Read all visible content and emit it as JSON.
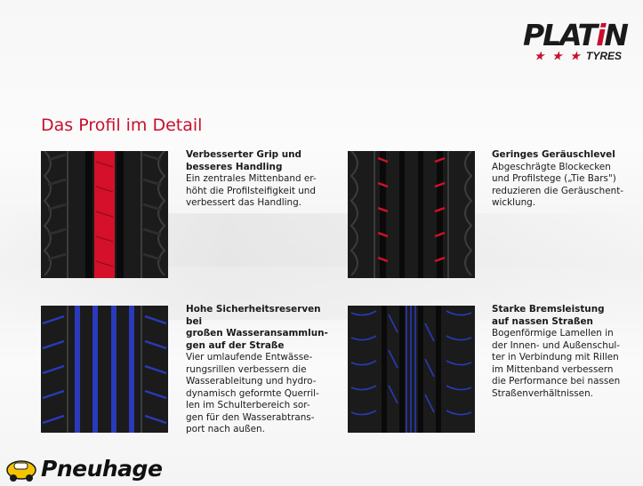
{
  "brand": {
    "name_part1": "PLAT",
    "name_i": "i",
    "name_part2": "N",
    "stars": "★ ★ ★",
    "sub": "TYRES"
  },
  "section_title": "Das Profil im Detail",
  "features": [
    {
      "heading": "Verbesserter Grip und\nbesseres Handling",
      "body": "Ein zentrales Mittenband er-\nhöht die Profilsteifigkeit und\nverbessert das Handling.",
      "highlight_color": "#d4102a"
    },
    {
      "heading": "Geringes Geräuschlevel",
      "body": "Abgeschrägte Blockecken\nund Profilstege („Tie Bars\")\nreduzieren die Geräuschent-\nwicklung.",
      "highlight_color": "#d4102a"
    },
    {
      "heading": "Hohe Sicherheitsreserven bei\ngroßen Wasseransammlun-\ngen auf der Straße",
      "body": "Vier umlaufende Entwässe-\nrungsrillen verbessern die\nWasserableitung und hydro-\ndynamisch geformte Querril-\nlen im Schulterbereich sor-\ngen für den Wasserabtrans-\nport nach außen.",
      "highlight_color": "#2a3ab8"
    },
    {
      "heading": "Starke Bremsleistung\nauf nassen Straßen",
      "body": "Bogenförmige Lamellen in\nder Innen- und Außenschul-\nter in Verbindung mit Rillen\nim Mittenband verbessern\ndie Performance bei nassen\nStraßenverhältnissen.",
      "highlight_color": "#2a3ab8"
    }
  ],
  "footer": {
    "name": "Pneuhage"
  }
}
